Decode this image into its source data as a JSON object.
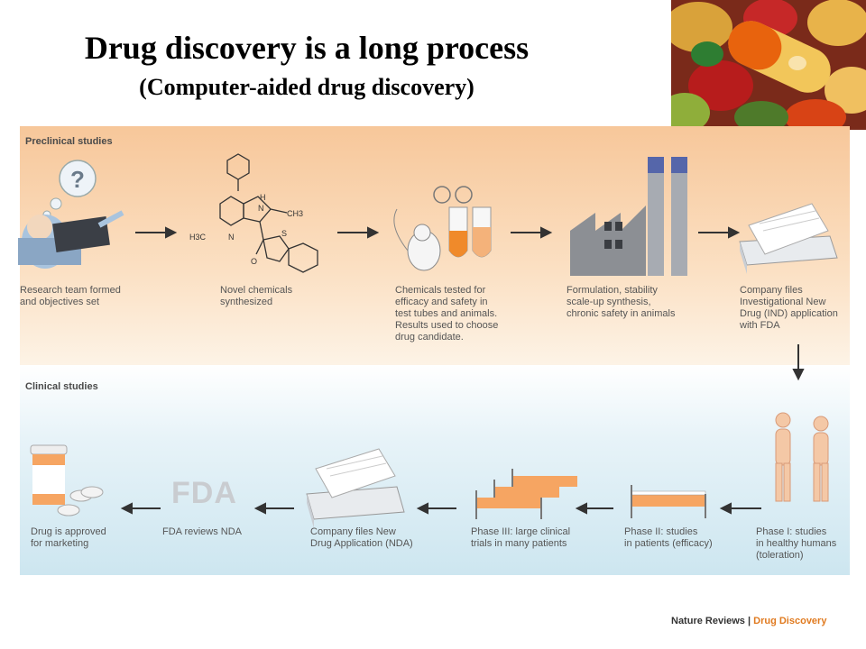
{
  "header": {
    "title": "Drug discovery is a long process",
    "subtitle": "(Computer-aided drug discovery)"
  },
  "sections": {
    "preclinical": "Preclinical studies",
    "clinical": "Clinical studies"
  },
  "preclinical_steps": [
    {
      "l1": "Research team formed",
      "l2": "and objectives set",
      "l3": "",
      "l4": "",
      "l5": ""
    },
    {
      "l1": "Novel chemicals",
      "l2": "synthesized",
      "l3": "",
      "l4": "",
      "l5": ""
    },
    {
      "l1": "Chemicals tested for",
      "l2": "efficacy and safety in",
      "l3": "test tubes and animals.",
      "l4": "Results used to choose",
      "l5": "drug candidate."
    },
    {
      "l1": "Formulation, stability",
      "l2": "scale-up synthesis,",
      "l3": "chronic safety in animals",
      "l4": "",
      "l5": ""
    },
    {
      "l1": "Company files",
      "l2": "Investigational New",
      "l3": "Drug (IND) application",
      "l4": "with FDA",
      "l5": ""
    }
  ],
  "clinical_steps": [
    {
      "l1": "Drug is approved",
      "l2": "for marketing",
      "l3": "",
      "l4": ""
    },
    {
      "l1": "FDA reviews NDA",
      "l2": "",
      "l3": "",
      "l4": ""
    },
    {
      "l1": "Company files New",
      "l2": "Drug Application (NDA)",
      "l3": "",
      "l4": ""
    },
    {
      "l1": "Phase III: large clinical",
      "l2": "trials in many patients",
      "l3": "",
      "l4": ""
    },
    {
      "l1": "Phase II: studies",
      "l2": "in patients (efficacy)",
      "l3": "",
      "l4": ""
    },
    {
      "l1": "Phase I: studies",
      "l2": "in healthy humans",
      "l3": "(toleration)",
      "l4": ""
    }
  ],
  "fda_logo": "FDA",
  "molecule_labels": {
    "nh_h": "H",
    "nh_n": "N",
    "ch3": "CH3",
    "h3c": "H3C",
    "n": "N",
    "o": "O",
    "s": "S"
  },
  "question_mark": "?",
  "credit": {
    "journal": "Nature Reviews",
    "sep": "|",
    "section": "Drug Discovery"
  },
  "colors": {
    "preclinical_bg": "#f7c79a",
    "clinical_bg": "#cde6f0",
    "accent": "#e07a1f"
  }
}
